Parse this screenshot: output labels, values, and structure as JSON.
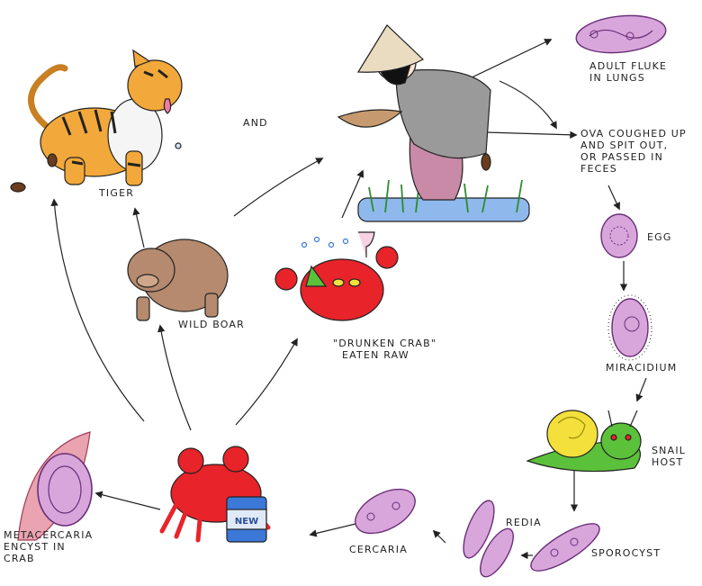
{
  "labels": {
    "and": "AND",
    "tiger": "TIGER",
    "wild_boar": "WILD BOAR",
    "drunken_crab": [
      "\"DRUNKEN CRAB\"",
      "EATEN RAW"
    ],
    "adult_fluke": [
      "ADULT FLUKE",
      "IN LUNGS"
    ],
    "ova": [
      "OVA COUGHED UP",
      "AND SPIT OUT,",
      "OR PASSED IN",
      "FECES"
    ],
    "egg": "EGG",
    "miracidium": "MIRACIDIUM",
    "snail_host": [
      "SNAIL",
      "HOST"
    ],
    "sporocyst": "SPOROCYST",
    "redia": "REDIA",
    "cercaria": "CERCARIA",
    "metacercaria": [
      "METACERCARIA",
      "ENCYST IN",
      "CRAB"
    ],
    "can_label": "NEW"
  },
  "colors": {
    "parasite": "#d9a6dc",
    "parasite_dark": "#6a2f77",
    "crab": "#e8232a",
    "tiger": "#f2a83a",
    "boar": "#b58a6e",
    "snail_body": "#5cc13a",
    "snail_shell": "#f3e03a",
    "water": "#8fb9ec",
    "human_shirt": "#9a9a9a",
    "human_pants": "#c88aa6",
    "muscle": "#e9a3b1"
  }
}
